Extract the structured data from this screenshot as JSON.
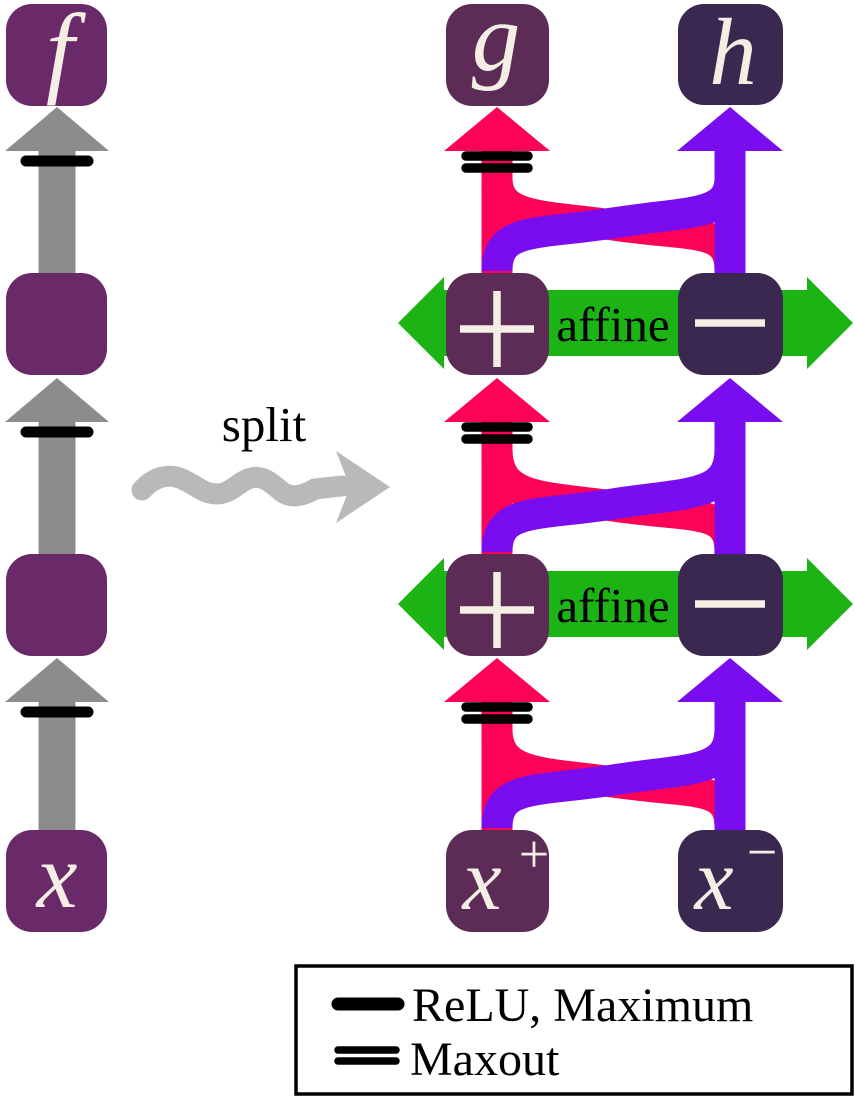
{
  "split_arrow": {
    "label": "split"
  },
  "left_chain": {
    "output_label": "f",
    "input_label": "x",
    "hidden_nodes": 2,
    "edge_marker": "ReLU single bar"
  },
  "right_chain": {
    "outputs": {
      "g": "g",
      "h": "h"
    },
    "affine_rows": [
      {
        "label": "affine",
        "left_op": "+",
        "right_op": "−"
      },
      {
        "label": "affine",
        "left_op": "+",
        "right_op": "−"
      }
    ],
    "inputs": {
      "plus": {
        "base": "x",
        "sup": "+"
      },
      "minus": {
        "base": "x",
        "sup": "−"
      }
    }
  },
  "legend": {
    "items": [
      {
        "marker": "relu-single-line",
        "label": "ReLU, Maximum"
      },
      {
        "marker": "maxout-double-line",
        "label": "Maxout"
      }
    ]
  },
  "colors": {
    "left_node": "#6A2968",
    "plus_node": "#5C2C56",
    "minus_node": "#3A2850",
    "relu_path_gray": "#8C8C8C",
    "split_gray": "#B9B9B9",
    "g_path_pink": "#FC0357",
    "h_path_violet": "#7A0DF0",
    "affine_green": "#1CB414",
    "marker_black": "#000000",
    "node_text": "#F4EEE4"
  }
}
